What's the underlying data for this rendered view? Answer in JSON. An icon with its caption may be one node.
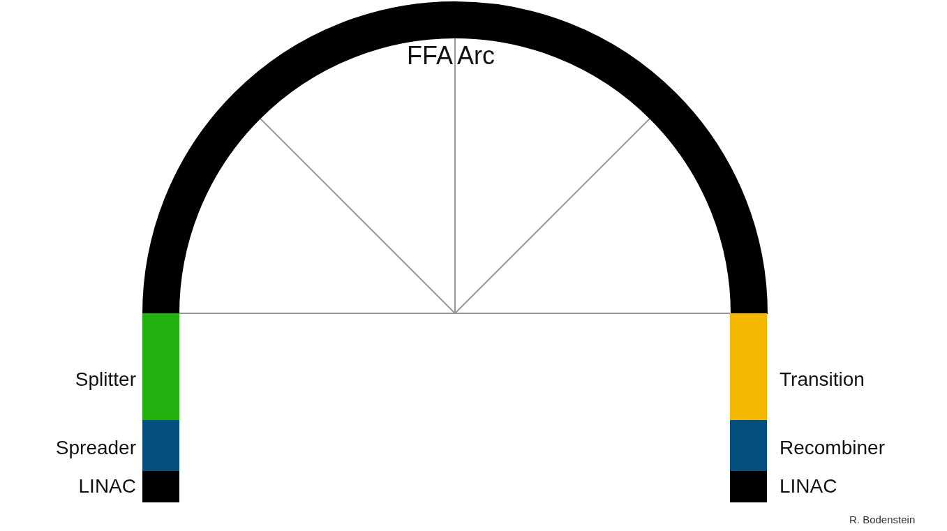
{
  "diagram": {
    "labels": [
      "FFA Arc",
      "Splitter",
      "Spreader",
      "LINAC",
      "Transition",
      "Recombiner",
      "LINAC",
      "R. Bodenstein"
    ]
  }
}
